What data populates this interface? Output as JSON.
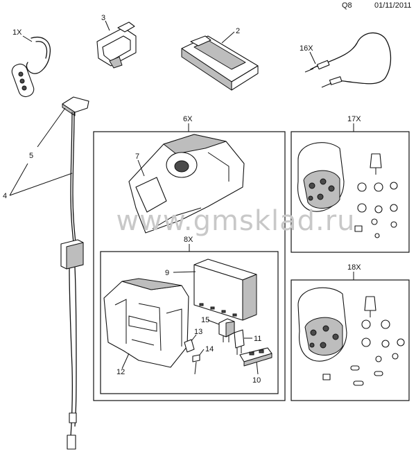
{
  "header": {
    "page_code": "Q8",
    "date": "01/11/2011"
  },
  "watermark": "www.gmsklad.ru",
  "callouts": {
    "c1x": "1X",
    "c2": "2",
    "c3": "3",
    "c16x": "16X",
    "c4": "4",
    "c5": "5",
    "c6x": "6X",
    "c7": "7",
    "c8x": "8X",
    "c9": "9",
    "c10": "10",
    "c11": "11",
    "c12": "12",
    "c13": "13",
    "c14": "14",
    "c15": "15",
    "c17x": "17X",
    "c18x": "18X"
  }
}
